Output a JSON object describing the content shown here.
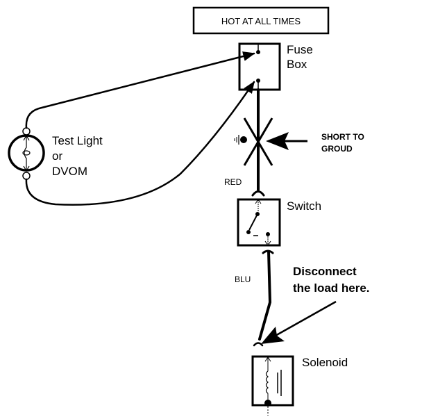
{
  "diagram": {
    "title_box": "HOT AT ALL TIMES",
    "components": {
      "fuse_box": {
        "line1": "Fuse",
        "line2": "Box"
      },
      "test_light": {
        "line1": "Test Light",
        "line2": "or",
        "line3": "DVOM"
      },
      "switch": {
        "label": "Switch"
      },
      "solenoid": {
        "label": "Solenoid"
      }
    },
    "wires": {
      "red": "RED",
      "blue": "BLU"
    },
    "annotations": {
      "short": {
        "line1": "SHORT TO",
        "line2": "GROUD"
      },
      "disconnect": {
        "line1": "Disconnect",
        "line2": "the load here."
      }
    },
    "colors": {
      "ink": "#000000",
      "background": "#ffffff"
    }
  }
}
